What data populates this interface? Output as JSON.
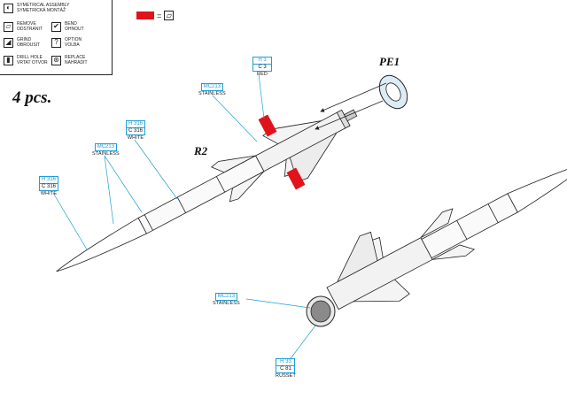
{
  "legend": {
    "items": [
      {
        "icon": "symmetry-icon",
        "glyph": "◐",
        "lines": [
          "SYMETRICAL ASSEMBLY",
          "SYMETRICKÁ MONTÁŽ"
        ]
      },
      {
        "icon": "remove-icon",
        "glyph": "▱",
        "lines": [
          "REMOVE",
          "ODSTRANIT"
        ]
      },
      {
        "icon": "bend-icon",
        "glyph": "✔",
        "lines": [
          "BEND",
          "OHNOUT"
        ]
      },
      {
        "icon": "grind-icon",
        "glyph": "◢",
        "lines": [
          "GRIND",
          "OBROUSIT"
        ]
      },
      {
        "icon": "option-icon",
        "glyph": "?",
        "lines": [
          "OPTION",
          "VOLBA"
        ]
      },
      {
        "icon": "drill-icon",
        "glyph": "▮",
        "lines": [
          "DRILL HOLE",
          "VRTAT OTVOR"
        ]
      },
      {
        "icon": "replace-icon",
        "glyph": "⊛",
        "lines": [
          "REPLACE",
          "NAHRADIT"
        ]
      }
    ]
  },
  "red_key": {
    "equals": "=",
    "color": "#e0131b",
    "glyph": "▱"
  },
  "quantity": "4 pcs.",
  "parts": {
    "pe1": "PE1",
    "r2": "R2"
  },
  "callouts": {
    "nose_top": {
      "codes": [
        "H 316",
        "C 316"
      ],
      "name": "WHITE"
    },
    "body_stainless_left": {
      "codes": [
        "MC213"
      ],
      "name": "STAINLESS"
    },
    "body_white": {
      "codes": [
        "H 316",
        "C 316"
      ],
      "name": "WHITE"
    },
    "mid_stainless": {
      "codes": [
        "MC213"
      ],
      "name": "STAINLESS"
    },
    "red_band": {
      "codes": [
        "H 3",
        "C 3"
      ],
      "name": "RED"
    },
    "rear_stainless": {
      "codes": [
        "MC213"
      ],
      "name": "STAINLESS"
    },
    "nozzle_russet": {
      "codes": [
        "H 33",
        "C 81"
      ],
      "name": "RUSSET"
    }
  },
  "colors": {
    "callout": "#1e9fd6",
    "accent_red": "#e0131b",
    "line": "#222222"
  }
}
